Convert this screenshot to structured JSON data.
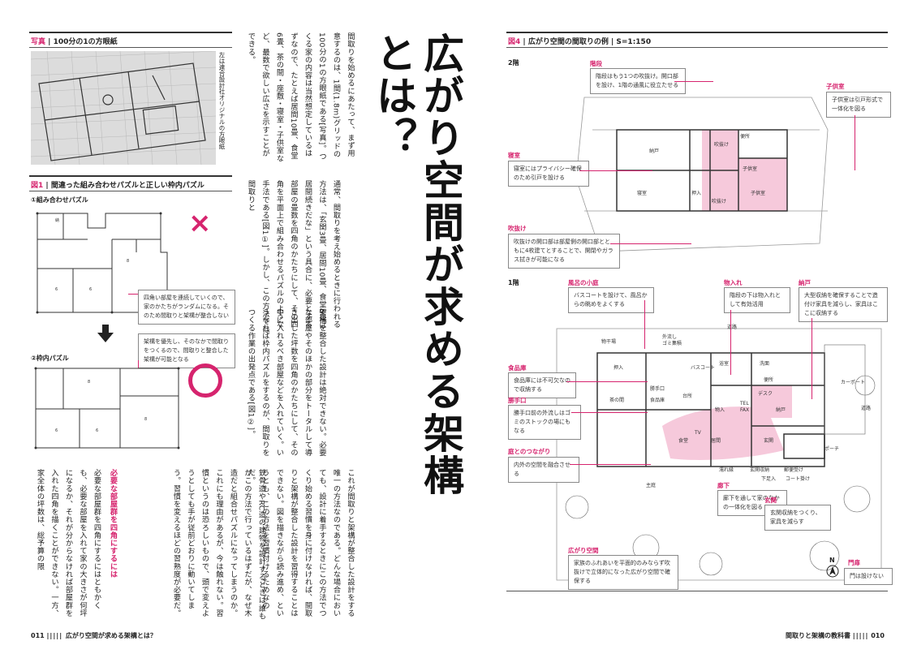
{
  "left_page": {
    "photo_caption_label": "写真",
    "photo_caption_text": "100分の1の方眼紙",
    "photo_side_note": "左は連合設計社オリジナルの方眼紙",
    "fig1_label": "図1",
    "fig1_caption": "間違った組み合わせパズルと正しい枠内パズル",
    "fig1_sub1": "①組み合わせパズル",
    "fig1_sub2": "②枠内パズル",
    "fig1_note1": "四角い部屋を連続していくので、家のかたちがランダムになる。そのため間取りと架構が整合しない",
    "fig1_note2": "架構を優先し、そのなかで間取りをつくるので、間取りと整合した架構が可能となる",
    "mark_wrong": "×",
    "mark_right": "○",
    "col1": "間取りを始めるにあたって、まず用意するのは、1間(1.8m)グリッドの100分の1の方眼紙である[写真]。つくる家の内容は当然想定しているはずなので、たとえば居間10畳、食堂6畳、茶の間・座敷・寝室・子供室など、最数で欲しい広さを示すことができる。",
    "col2": "通常、間取りを考え始めるときに行われる方法は、「玄関3畳、居間10畳、食堂6畳は居間続きだな」という具合に、必要とする部屋の畳数を四角のかたちにして、その四角を平面上で組み合わせるパズルのような手法である[図1①]。しかし、この方法では間取りと",
    "col3": "架構を整合した設計は絶対できない。必要な部屋やそのほかの部分をトータルして導き出した坪数を四角のかたちにして、その中に入れるべき部屋などを入れていく。いうなれば枠内パズルをするのが、間取りをつくる作業の出発点である[図1②]。",
    "col4": "これが間取りと架構が整合した設計をする唯一の方法なのである。どんな場合においても、設計に着手するときにこの方法でつくり始める習慣を身に付けなければ、間取りと架構が整合した設計を習得することはできない。図を描きながら読み進め、というとも、この方法を習慣付けるためなのだ。",
    "col5": "鉄骨造やRC造の建物を設計するときは誰もがこの方法で行っているはずだが、なぜ木造だと組合せパズルになってしまうのか。これにも理由があるが、今は触れない。習慣というのは恐ろしいもので、頭で変えようとしても手が従前どおりに動いてしまう。習慣を変えるほどの習熟度が必要だ。",
    "col6": "必要な部屋群を四角にするにはともかくも、必要な部屋を入れて家の大きさが何坪になるか、それが分からなければ部屋群を入れた四角を描くことができない。一方、家全体の坪数は、総予算の限",
    "main_title": "広がり空間が求める架構とは？",
    "folio_num": "011",
    "folio_text": "広がり空間が求める架構とは？"
  },
  "right_page": {
    "fig4_label": "図4",
    "fig4_caption": "広がり空間の間取りの例",
    "fig4_scale": "S=1:150",
    "floor2": "2階",
    "floor1": "1階",
    "callouts": [
      {
        "title": "階段",
        "text": "階段はもう1つの吹抜け。開口部を設け、1階の通風に役立たせる"
      },
      {
        "title": "子供室",
        "text": "子供室は引戸形式で一体化を図る"
      },
      {
        "title": "寝室",
        "text": "寝室にはプライバシー確保のため引戸を設ける"
      },
      {
        "title": "吹抜け",
        "text": "吹抜けの開口部は部屋側の開口部とともに4枚建てとすることで、開閉やガラス拭きが可能になる"
      },
      {
        "title": "風呂の小庭",
        "text": "バスコートを設けて、風呂からの眺めをよくする"
      },
      {
        "title": "物入れ",
        "text": "階段の下は物入れとして有効活用"
      },
      {
        "title": "納戸",
        "text": "大型収納を確保することで造付け家具を減らし、家具はここに収納する"
      },
      {
        "title": "食品庫",
        "text": "食品庫には不可欠なので収納する"
      },
      {
        "title": "勝手口",
        "text": "勝手口前の外流しはゴミのストックの場にもなる"
      },
      {
        "title": "庭とのつながり",
        "text": "内外の空間を融合させる"
      },
      {
        "title": "廊下",
        "text": "廊下を通して家のなかの一体化を図る"
      },
      {
        "title": "玄関",
        "text": "玄関収納をつくり、家具を減らす"
      },
      {
        "title": "広がり空間",
        "text": "家族のふれあいを平面的のみならず吹抜けで立体的になった広がり空間で確保する"
      },
      {
        "title": "門扉",
        "text": "門は設けない"
      }
    ],
    "plan2_rooms": [
      "納戸",
      "寝室",
      "吹抜け",
      "子供室",
      "子供室",
      "便所",
      "押入",
      "吹抜け"
    ],
    "plan1_rooms": [
      "物干場",
      "外流し",
      "ゴミ集積",
      "道路",
      "押入",
      "浴室",
      "洗面",
      "便所",
      "茶の間",
      "勝手口",
      "食品庫",
      "台所",
      "バスコート",
      "食堂",
      "デスク",
      "TEL FAX",
      "納戸",
      "物入",
      "居間",
      "玄関",
      "ポーチ",
      "濡れ縁",
      "玄関収納",
      "郵便受け",
      "主庭",
      "カーポート",
      "下足入",
      "コート掛け",
      "TV",
      "道路"
    ],
    "north": "N",
    "folio_text": "間取りと架構の教科書",
    "folio_num": "010"
  }
}
